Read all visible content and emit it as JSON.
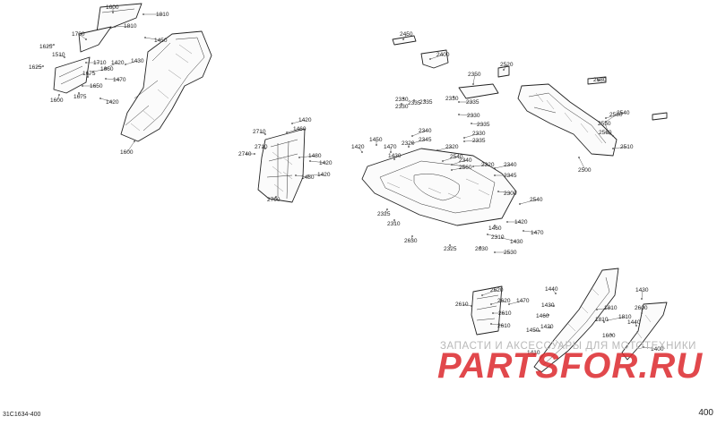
{
  "watermark": {
    "text": "ЗАПАСТИ И АКСЕССУАРЫ ДЛЯ МОТОТЕХНИКИ",
    "logo": "PARTSFOR.RU",
    "logo_color": "#dc282d"
  },
  "diagram_code": "31C1634-400",
  "page_number": "400",
  "callouts": [
    "1600",
    "1810",
    "1810",
    "1450",
    "1700",
    "1625",
    "1510",
    "1625",
    "1710",
    "1420",
    "1430",
    "1660",
    "1675",
    "1470",
    "1650",
    "1600",
    "1675",
    "1420",
    "1600",
    "1420",
    "1460",
    "2710",
    "2740",
    "2710",
    "1480",
    "1420",
    "1480",
    "1420",
    "2700",
    "2450",
    "2400",
    "2520",
    "2350",
    "2330",
    "2335",
    "2330",
    "2335",
    "2330",
    "2335",
    "2330",
    "2335",
    "2680",
    "2580",
    "2540",
    "2550",
    "2560",
    "2510",
    "2500",
    "1420",
    "1450",
    "1470",
    "1430",
    "2340",
    "2320",
    "2345",
    "2330",
    "2335",
    "2320",
    "2540",
    "2340",
    "2560",
    "2320",
    "2340",
    "2345",
    "2300",
    "2540",
    "2325",
    "2310",
    "1420",
    "1460",
    "1470",
    "2630",
    "2310",
    "1430",
    "2325",
    "2630",
    "2530",
    "2620",
    "2610",
    "2620",
    "1470",
    "2610",
    "2610",
    "1440",
    "1430",
    "1460",
    "1420",
    "1450",
    "1810",
    "1810",
    "1810",
    "1600",
    "1430",
    "2600",
    "1440",
    "1400",
    "1410"
  ]
}
